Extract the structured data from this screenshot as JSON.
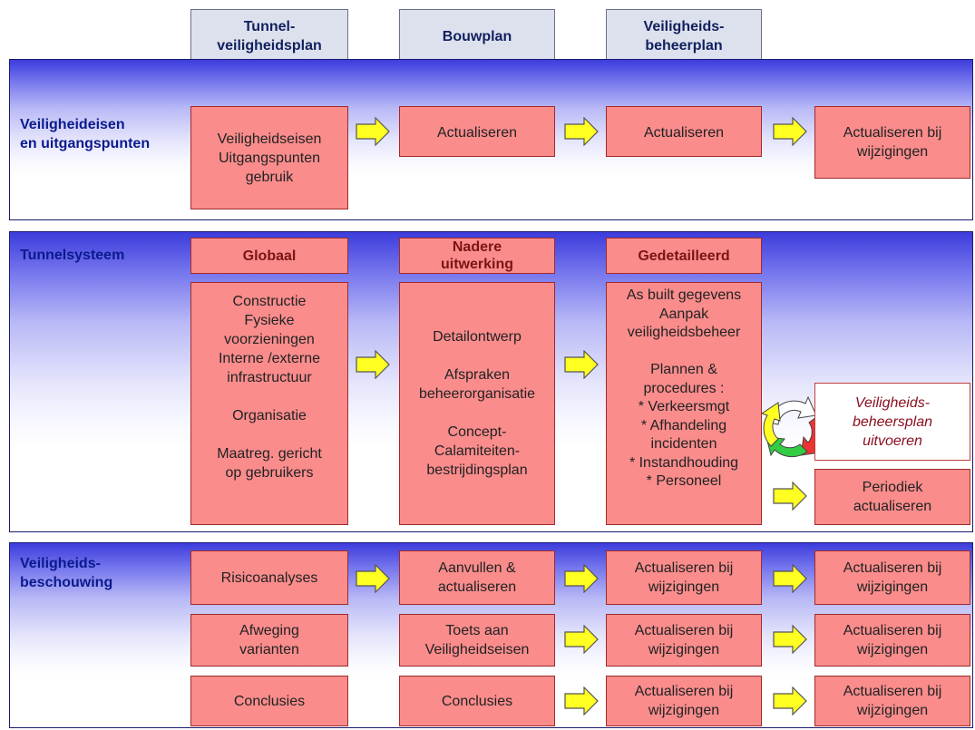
{
  "documents": {
    "tunnelveiligheidsplan": "Tunnel-\nveiligheidsplan",
    "bouwplan": "Bouwplan",
    "veiligheidsbeheerplan": "Veiligheids-\nbeheerplan"
  },
  "sections": {
    "eisen": {
      "title": "Veiligheideisen\nen uitgangspunten",
      "box1": "Veiligheidseisen\nUitgangspunten\ngebruik",
      "box2": "Actualiseren",
      "box3": "Actualiseren",
      "box4": "Actualiseren bij\nwijzigingen"
    },
    "tunnelsysteem": {
      "title": "Tunnelsysteem",
      "header1": "Globaal",
      "header2": "Nadere\nuitwerking",
      "header3": "Gedetailleerd",
      "content1": "Constructie\nFysieke\nvoorzieningen\nInterne /externe\ninfrastructuur\n\nOrganisatie\n\nMaatreg. gericht\nop gebruikers",
      "content2": "Detailontwerp\n\nAfspraken\nbeheerorganisatie\n\nConcept-\nCalamiteiten-\nbestrijdingsplan",
      "content3": "As built gegevens\nAanpak\nveiligheidsbeheer\n\nPlannen &\nprocedures :\n* Verkeersmgt\n* Afhandeling\nincidenten\n* Instandhouding\n* Personeel",
      "uitvoeren": "Veiligheids-\nbeheersplan\nuitvoeren",
      "periodiek": "Periodiek\nactualiseren"
    },
    "beschouwing": {
      "title": "Veiligheids-\nbeschouwing",
      "row1": [
        "Risicoanalyses",
        "Aanvullen &\nactualiseren",
        "Actualiseren bij\nwijzigingen",
        "Actualiseren bij\nwijzigingen"
      ],
      "row2": [
        "Afweging\nvarianten",
        "Toets aan\nVeiligheidseisen",
        "Actualiseren bij\nwijzigingen",
        "Actualiseren bij\nwijzigingen"
      ],
      "row3": [
        "Conclusies",
        "Conclusies",
        "Actualiseren bij\nwijzigingen",
        "Actualiseren bij\nwijzigingen"
      ]
    }
  },
  "colors": {
    "box": "#fa8c8c",
    "arrow": "#ffff22",
    "band_top": "#3c3cdc",
    "title": "#0b1a8c"
  }
}
